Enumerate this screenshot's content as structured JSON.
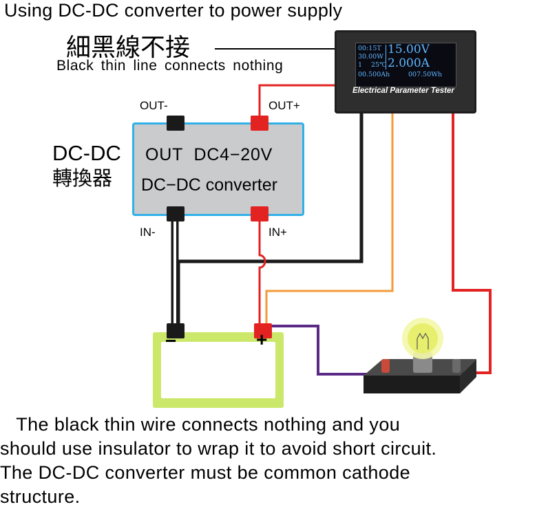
{
  "title": "Using DC-DC converter to power supply",
  "note": {
    "chinese": "細黑線不接",
    "english": "Black thin line connects nothing"
  },
  "converter_label": {
    "english": "DC-DC",
    "chinese": "轉換器"
  },
  "converter": {
    "line1": "OUT DC4−20V",
    "line2": "DC−DC converter",
    "pins": {
      "out_minus": "OUT-",
      "out_plus": "OUT+",
      "in_minus": "IN-",
      "in_plus": "IN+"
    },
    "colors": {
      "body": "#c9cbcd",
      "border": "#2fb0e8"
    }
  },
  "meter": {
    "title": "Electrical Parameter Tester",
    "screen": {
      "time": "00:15T",
      "power": "30.00W",
      "channel": "1",
      "temp": "25℃",
      "charge": "00.500Ah",
      "energy": "007.50Wh",
      "voltage": "15.00V",
      "current": "2.000A"
    }
  },
  "battery": {
    "minus": "−",
    "plus": "+",
    "color": "#cbe86b"
  },
  "wires": {
    "black": "#1a1a1a",
    "red": "#e32222",
    "orange": "#f39a3a",
    "purple": "#5a2a86"
  },
  "footer": [
    "   The black thin wire connects nothing and you",
    "should use insulator to wrap it to avoid short circuit.",
    "The DC-DC converter must be common cathode",
    "structure."
  ]
}
